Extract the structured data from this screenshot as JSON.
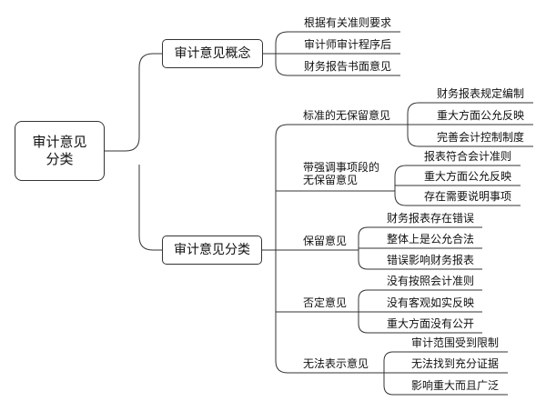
{
  "root": {
    "label_line1": "审计意见",
    "label_line2": "分类"
  },
  "concept": {
    "label": "审计意见概念",
    "items": [
      "根据有关准则要求",
      "审计师审计程序后",
      "财务报告书面意见"
    ]
  },
  "classification": {
    "label": "审计意见分类",
    "groups": [
      {
        "label_line1": "标准的无保留意见",
        "label_line2": "",
        "items": [
          "财务报表规定编制",
          "重大方面公允反映",
          "完善会计控制制度"
        ]
      },
      {
        "label_line1": "带强调事项段的",
        "label_line2": "无保留意见",
        "items": [
          "报表符合会计准则",
          "重大方面公允反映",
          "存在需要说明事项"
        ]
      },
      {
        "label_line1": "保留意见",
        "label_line2": "",
        "items": [
          "财务报表存在错误",
          "整体上是公允合法",
          "错误影响财务报表"
        ]
      },
      {
        "label_line1": "否定意见",
        "label_line2": "",
        "items": [
          "没有按照会计准则",
          "没有客观如实反映",
          "重大方面没有公开"
        ]
      },
      {
        "label_line1": "无法表示意见",
        "label_line2": "",
        "items": [
          "审计范围受到限制",
          "无法找到充分证据",
          "影响重大而且广泛"
        ]
      }
    ]
  }
}
